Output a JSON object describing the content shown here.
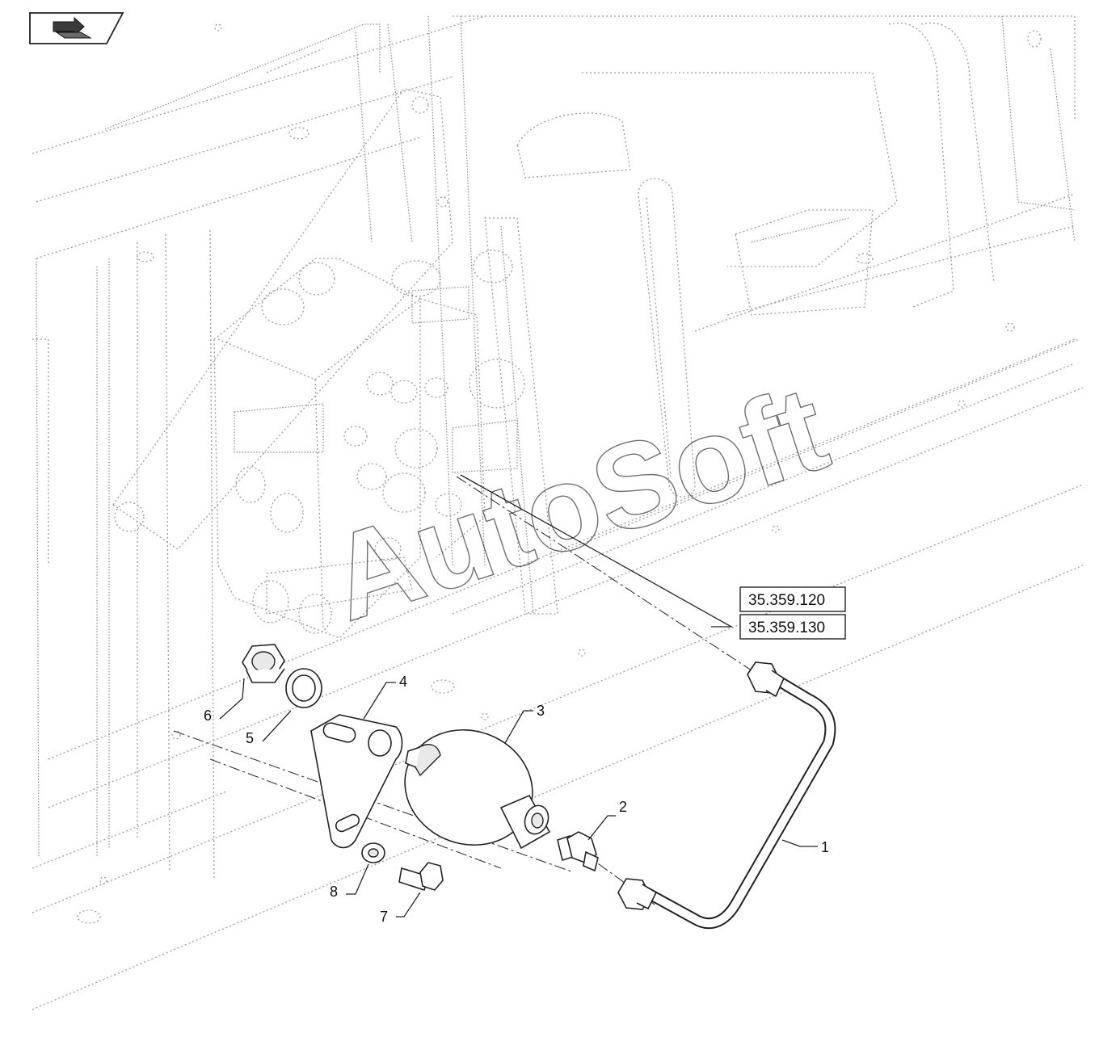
{
  "nav": {
    "back_icon": "return-arrow-icon"
  },
  "watermark": "AutoSoft",
  "callouts": {
    "item_1": "1",
    "item_2": "2",
    "item_3": "3",
    "item_4": "4",
    "item_5": "5",
    "item_6": "6",
    "item_7": "7",
    "item_8": "8"
  },
  "references": {
    "ref_1": "35.359.120",
    "ref_2": "35.359.130"
  }
}
